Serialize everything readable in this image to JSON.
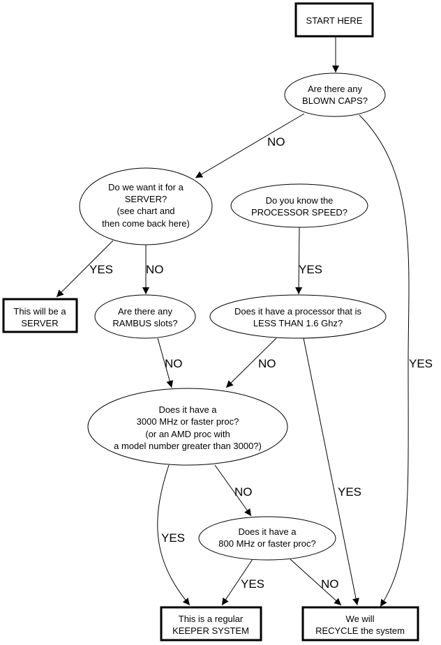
{
  "diagram": {
    "nodes": {
      "start": {
        "shape": "box",
        "lines": [
          "START HERE"
        ]
      },
      "blown_caps": {
        "shape": "ellipse",
        "lines": [
          "Are there any",
          "BLOWN CAPS?"
        ]
      },
      "server_q": {
        "shape": "ellipse",
        "lines": [
          "Do we want it for a",
          "SERVER?",
          "(see chart and",
          "then come back here)"
        ]
      },
      "proc_speed": {
        "shape": "ellipse",
        "lines": [
          "Do you know the",
          "PROCESSOR SPEED?"
        ]
      },
      "server_box": {
        "shape": "box",
        "lines": [
          "This will be a",
          "SERVER"
        ]
      },
      "rambus": {
        "shape": "ellipse",
        "lines": [
          "Are there any",
          "RAMBUS slots?"
        ]
      },
      "less_16": {
        "shape": "ellipse",
        "lines": [
          "Does it have a processor that is",
          "LESS THAN 1.6 Ghz?"
        ]
      },
      "mhz3000": {
        "shape": "ellipse",
        "lines": [
          "Does it have a",
          "3000 MHz or faster proc?",
          "(or an AMD proc with",
          "a model number greater than 3000?)"
        ]
      },
      "mhz800": {
        "shape": "ellipse",
        "lines": [
          "Does it have a",
          "800 MHz or faster proc?"
        ]
      },
      "keeper": {
        "shape": "box",
        "lines": [
          "This is a regular",
          "KEEPER SYSTEM"
        ]
      },
      "recycle": {
        "shape": "box",
        "lines": [
          "We will",
          "RECYCLE the system"
        ]
      }
    },
    "edges": [
      {
        "from": "start",
        "to": "blown_caps",
        "label": ""
      },
      {
        "from": "blown_caps",
        "to": "server_q",
        "label": "NO"
      },
      {
        "from": "blown_caps",
        "to": "recycle",
        "label": "YES"
      },
      {
        "from": "server_q",
        "to": "server_box",
        "label": "YES"
      },
      {
        "from": "server_q",
        "to": "rambus",
        "label": "NO"
      },
      {
        "from": "proc_speed",
        "to": "less_16",
        "label": "YES"
      },
      {
        "from": "rambus",
        "to": "mhz3000",
        "label": "NO"
      },
      {
        "from": "less_16",
        "to": "mhz3000",
        "label": "NO"
      },
      {
        "from": "less_16",
        "to": "recycle",
        "label": "YES"
      },
      {
        "from": "mhz3000",
        "to": "keeper",
        "label": "YES"
      },
      {
        "from": "mhz3000",
        "to": "mhz800",
        "label": "NO"
      },
      {
        "from": "mhz800",
        "to": "keeper",
        "label": "YES"
      },
      {
        "from": "mhz800",
        "to": "recycle",
        "label": "NO"
      }
    ]
  }
}
